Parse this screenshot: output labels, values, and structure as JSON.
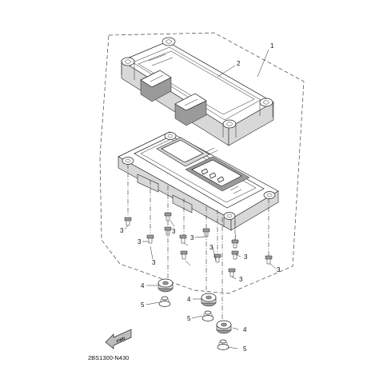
{
  "diagram": {
    "callouts": [
      {
        "id": "c1",
        "text": "1"
      },
      {
        "id": "c2",
        "text": "2"
      },
      {
        "id": "c3a",
        "text": "3"
      },
      {
        "id": "c3b",
        "text": "3"
      },
      {
        "id": "c3c",
        "text": "3"
      },
      {
        "id": "c3d",
        "text": "3"
      },
      {
        "id": "c3e",
        "text": "3"
      },
      {
        "id": "c3f",
        "text": "3"
      },
      {
        "id": "c3g",
        "text": "3"
      },
      {
        "id": "c3h",
        "text": "3"
      },
      {
        "id": "c3i",
        "text": "3"
      },
      {
        "id": "c4a",
        "text": "4"
      },
      {
        "id": "c4b",
        "text": "4"
      },
      {
        "id": "c4c",
        "text": "4"
      },
      {
        "id": "c5a",
        "text": "5"
      },
      {
        "id": "c5b",
        "text": "5"
      },
      {
        "id": "c5c",
        "text": "5"
      }
    ],
    "fwd_label": "FWD",
    "diagram_code": "2BS1300-N430"
  }
}
